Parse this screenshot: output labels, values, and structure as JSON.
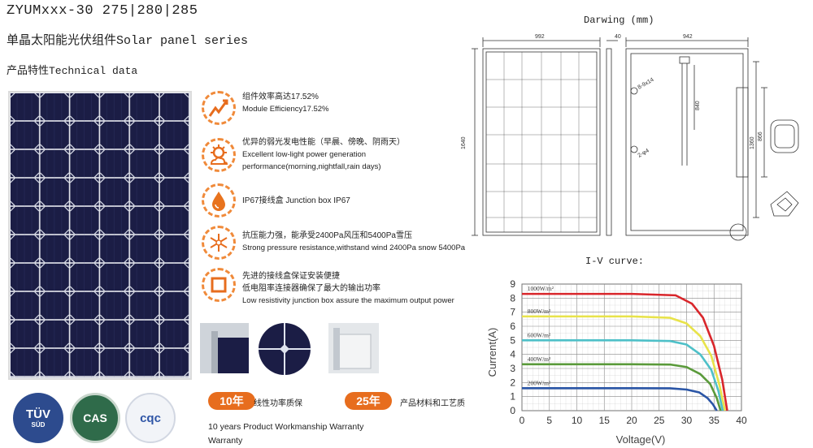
{
  "header": {
    "title": "ZYUMxxx-30  275|280|285",
    "subtitle": "单晶太阳能光伏组件Solar panel series",
    "section": "产品特性Technical data"
  },
  "features": [
    {
      "icon": "efficiency-icon",
      "cn": "组件效率高达17.52%",
      "en": "Module Efficiency17.52%"
    },
    {
      "icon": "sun-cloud-icon",
      "cn": "优异的弱光发电性能（早晨、傍晚、阴雨天）",
      "en": "Excellent low-light power generation",
      "en2": "performance(morning,nightfall,rain days)"
    },
    {
      "icon": "water-drop-icon",
      "cn": "IP67接线盒  Junction box IP67",
      "en": ""
    },
    {
      "icon": "snowflake-icon",
      "cn": "抗压能力强，能承受2400Pa风压和5400Pa雪压",
      "en": "Strong pressure resistance,withstand wind 2400Pa snow 5400Pa"
    },
    {
      "icon": "junction-box-icon",
      "cn": "先进的接线盒保证安装便捷",
      "en": "低电阻率连接器确保了最大的输出功率",
      "en2": "Low resistivity junction box assure the maximum output power"
    }
  ],
  "warranty": {
    "badge1": "10年",
    "label1": "线性功率质保",
    "badge2": "25年",
    "label2": "产品材料和工艺质",
    "en_line1": "10 years Product Workmanship Warranty",
    "en_line2": "Warranty"
  },
  "certs": [
    {
      "name": "TÜV",
      "sub": "SÜD"
    },
    {
      "name": "CAS",
      "sub": ""
    },
    {
      "name": "cqc",
      "sub": ""
    }
  ],
  "drawing": {
    "title": "Darwing (mm)",
    "dims": {
      "width": "992",
      "thick": "40",
      "side_width": "942",
      "height": "1640",
      "inner": "840",
      "h1": "1360",
      "h2": "866",
      "hole1": "8-9x14",
      "hole2": "2-φ4"
    }
  },
  "iv_curve": {
    "title": "I-V curve:",
    "ylabel": "Current(A)",
    "xlabel": "Voltage(V)",
    "series_labels": [
      "1000W/m²",
      "800W/m²",
      "600W/m²",
      "400W/m²",
      "200W/m²"
    ]
  },
  "chart_data": {
    "type": "line",
    "title": "I-V curve:",
    "xlabel": "Voltage(V)",
    "ylabel": "Current(A)",
    "xlim": [
      0,
      40
    ],
    "ylim": [
      0,
      9
    ],
    "xticks": [
      0,
      5,
      10,
      15,
      20,
      25,
      30,
      35,
      40
    ],
    "yticks": [
      0,
      1,
      2,
      3,
      4,
      5,
      6,
      7,
      8,
      9
    ],
    "grid": true,
    "series": [
      {
        "name": "1000W/m²",
        "color": "#d9262b",
        "x": [
          0,
          20,
          28,
          31,
          33,
          35,
          36.5,
          37.4
        ],
        "y": [
          8.3,
          8.3,
          8.2,
          7.6,
          6.6,
          4.6,
          2.2,
          0
        ]
      },
      {
        "name": "800W/m²",
        "color": "#e8e34a",
        "x": [
          0,
          20,
          27,
          30,
          32.5,
          34.5,
          36,
          37
        ],
        "y": [
          6.7,
          6.7,
          6.6,
          6.2,
          5.3,
          3.9,
          1.8,
          0
        ]
      },
      {
        "name": "600W/m²",
        "color": "#4ec0c8",
        "x": [
          0,
          20,
          27,
          30,
          32.5,
          34.5,
          35.8,
          36.6
        ],
        "y": [
          5.0,
          5.0,
          4.95,
          4.7,
          4.0,
          2.9,
          1.4,
          0
        ]
      },
      {
        "name": "400W/m²",
        "color": "#5a9a3a",
        "x": [
          0,
          20,
          27,
          30,
          32.5,
          34.3,
          35.5,
          36.2
        ],
        "y": [
          3.3,
          3.3,
          3.28,
          3.1,
          2.6,
          1.9,
          0.9,
          0
        ]
      },
      {
        "name": "200W/m²",
        "color": "#2a55a6",
        "x": [
          0,
          20,
          27,
          30,
          32.3,
          33.8,
          34.8,
          35.5
        ],
        "y": [
          1.6,
          1.6,
          1.59,
          1.5,
          1.3,
          0.9,
          0.45,
          0
        ]
      }
    ]
  },
  "colors": {
    "accent": "#e76d1e",
    "panel": "#17183a"
  }
}
